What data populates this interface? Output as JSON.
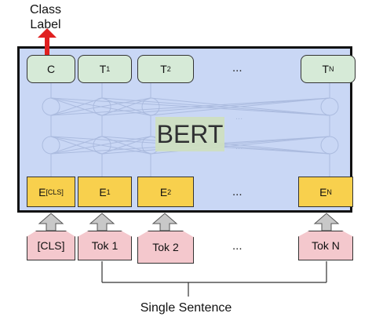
{
  "class_label": "Class\nLabel",
  "model_name": "BERT",
  "outputs": [
    {
      "base": "C",
      "sub": ""
    },
    {
      "base": "T",
      "sub": "1"
    },
    {
      "base": "T",
      "sub": "2"
    },
    {
      "base": "T",
      "sub": "N"
    }
  ],
  "embeddings": [
    {
      "base": "E",
      "sub": "[CLS]"
    },
    {
      "base": "E",
      "sub": "1"
    },
    {
      "base": "E",
      "sub": "2"
    },
    {
      "base": "E",
      "sub": "N"
    }
  ],
  "tokens": [
    "[CLS]",
    "Tok 1",
    "Tok 2",
    "Tok N"
  ],
  "ellipsis": "...",
  "input_caption": "Single Sentence",
  "colors": {
    "encoder_fill": "#c9d7f5",
    "output_fill": "#d6ead7",
    "embedding_fill": "#f8d04d",
    "token_fill": "#f4c8cd",
    "arrow_red": "#e02020"
  }
}
